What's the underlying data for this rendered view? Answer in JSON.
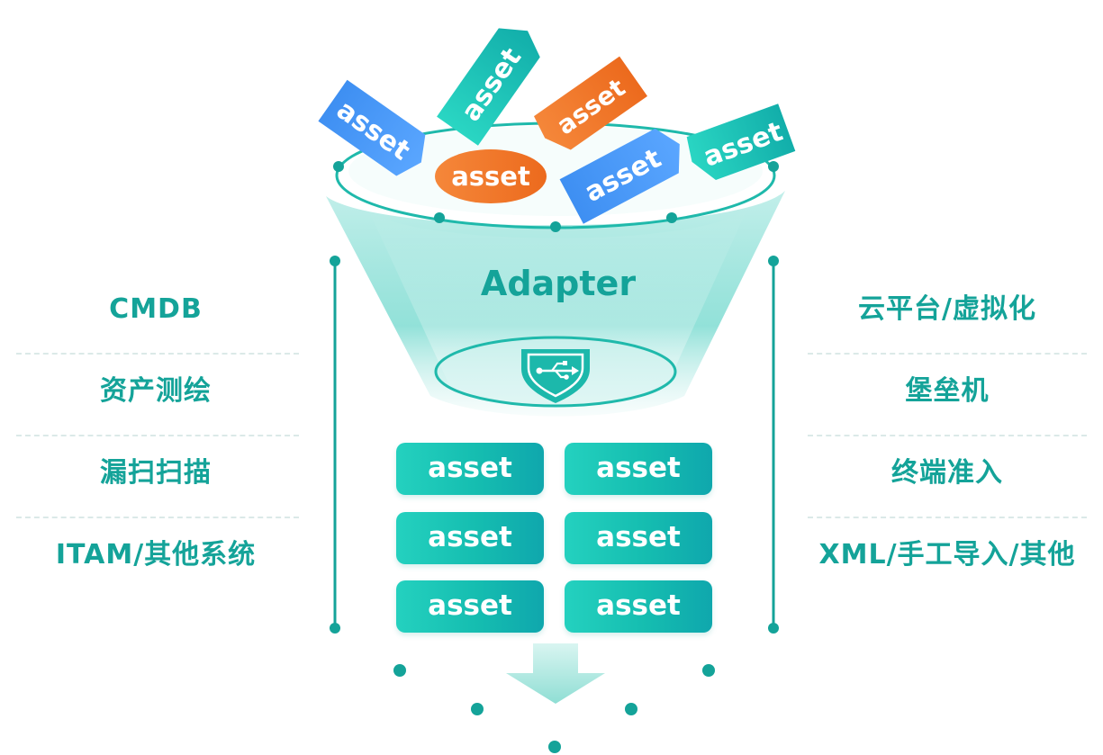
{
  "adapter": {
    "title": "Adapter"
  },
  "incoming_assets": [
    "asset",
    "asset",
    "asset",
    "asset",
    "asset",
    "asset"
  ],
  "output_assets": [
    "asset",
    "asset",
    "asset",
    "asset",
    "asset",
    "asset"
  ],
  "left_sources": [
    "CMDB",
    "资产测绘",
    "漏扫扫描",
    "ITAM/其他系统"
  ],
  "right_sources": [
    "云平台/虚拟化",
    "堡垒机",
    "终端准入",
    "XML/手工导入/其他"
  ],
  "colors": {
    "teal": "#14a399",
    "teal_light": "#2fd3c2",
    "blue": "#3d8cf0",
    "orange": "#f37a2a",
    "separator": "#dbe9e8"
  }
}
